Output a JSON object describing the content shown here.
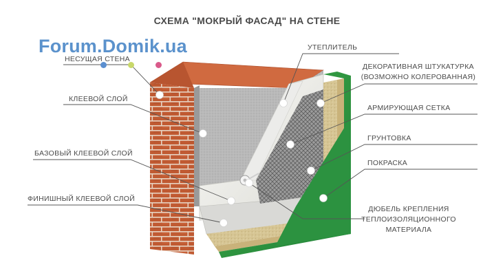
{
  "title": "СХЕМА \"МОКРЫЙ ФАСАД\" НА СТЕНЕ",
  "watermark": "Forum.Domik.ua",
  "colors": {
    "brick": "#c05a32",
    "mortar": "#e7d3c2",
    "adhesive": "#b8b8b8",
    "insulation": "#f1f1ee",
    "mesh": "#7a7a7a",
    "plaster": "#d8c79a",
    "paint": "#2f9a3c",
    "marker": "#ffffff",
    "watermark_dots": [
      "#5b8fd0",
      "#c9d86a",
      "#d95a8a"
    ]
  },
  "labels_left": [
    {
      "id": "bearing-wall",
      "text": "НЕСУЩАЯ СТЕНА"
    },
    {
      "id": "adhesive-layer",
      "text": "КЛЕЕВОЙ СЛОЙ"
    },
    {
      "id": "base-adhesive",
      "text": "БАЗОВЫЙ КЛЕЕВОЙ СЛОЙ"
    },
    {
      "id": "finish-adhesive",
      "text": "ФИНИШНЫЙ КЛЕЕВОЙ СЛОЙ"
    }
  ],
  "labels_right": [
    {
      "id": "insulation",
      "text": "УТЕПЛИТЕЛЬ"
    },
    {
      "id": "decorative-plaster",
      "text": "ДЕКОРАТИВНАЯ ШТУКАТУРКА (ВОЗМОЖНО КОЛЕРОВАННАЯ)"
    },
    {
      "id": "reinforcing-mesh",
      "text": "АРМИРУЮЩАЯ СЕТКА"
    },
    {
      "id": "primer",
      "text": "ГРУНТОВКА"
    },
    {
      "id": "paint",
      "text": "ПОКРАСКА"
    },
    {
      "id": "dowel",
      "text": "ДЮБЕЛЬ КРЕПЛЕНИЯ ТЕПЛОИЗОЛЯЦИОННОГО МАТЕРИАЛА"
    }
  ]
}
